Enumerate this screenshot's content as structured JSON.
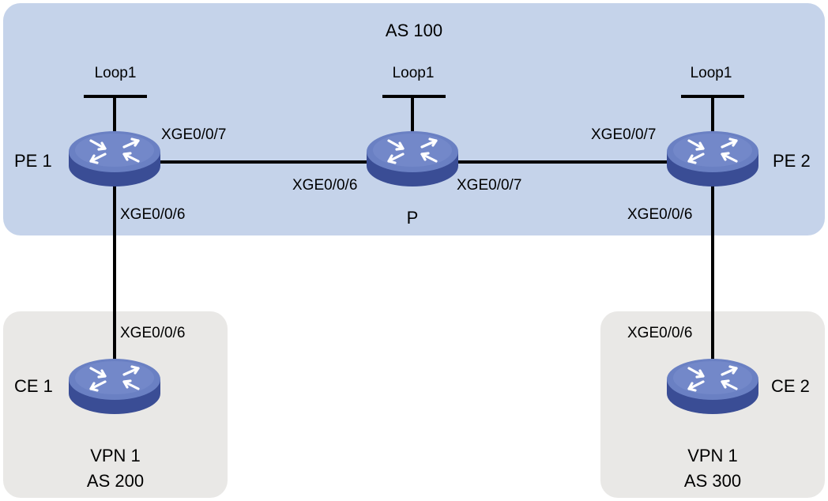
{
  "regions": {
    "as100": {
      "label": "AS 100",
      "fill": "#c5d3ea"
    },
    "vpn_left": {
      "line1": "VPN 1",
      "line2": "AS 200",
      "fill": "#e9e8e6"
    },
    "vpn_right": {
      "line1": "VPN 1",
      "line2": "AS 300",
      "fill": "#e9e8e6"
    }
  },
  "devices": {
    "pe1": {
      "name": "PE 1",
      "loopback": "Loop1",
      "icon": "router-icon"
    },
    "p": {
      "name": "P",
      "loopback": "Loop1",
      "icon": "router-icon"
    },
    "pe2": {
      "name": "PE 2",
      "loopback": "Loop1",
      "icon": "router-icon"
    },
    "ce1": {
      "name": "CE 1",
      "icon": "router-icon"
    },
    "ce2": {
      "name": "CE 2",
      "icon": "router-icon"
    }
  },
  "ports": {
    "pe1_right": "XGE0/0/7",
    "pe1_down": "XGE0/0/6",
    "p_left": "XGE0/0/6",
    "p_right": "XGE0/0/7",
    "pe2_left": "XGE0/0/7",
    "pe2_down": "XGE0/0/6",
    "ce1_up": "XGE0/0/6",
    "ce2_up": "XGE0/0/6"
  },
  "colors": {
    "router_top": "#6a80c3",
    "router_side": "#3a4d95",
    "link": "#000000"
  }
}
